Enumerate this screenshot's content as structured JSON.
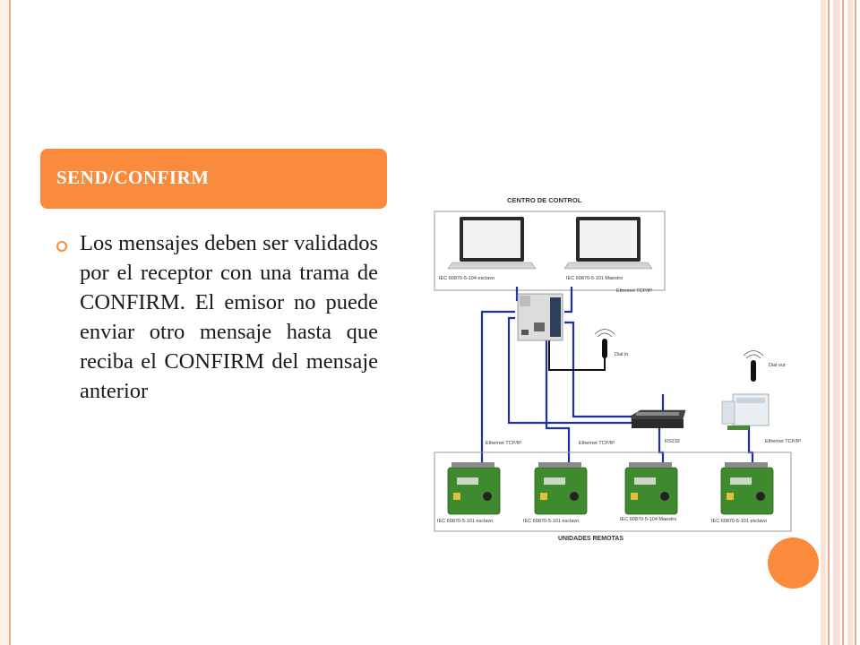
{
  "slide": {
    "title": "SEND/CONFIRM",
    "bullet": "Los mensajes deben ser validados por el receptor con una trama de CONFIRM. El emisor no puede enviar otro mensaje hasta que reciba el CONFIRM del mensaje anterior"
  },
  "diagram": {
    "top_title": "CENTRO DE CONTROL",
    "bottom_title": "UNIDADES REMOTAS",
    "laptop_labels": [
      "IEC 60870-5-104 esclavo",
      "IEC 60870-5-101 Maestro"
    ],
    "link_labels": {
      "ethernet_top": "Ethernet TCP/IP",
      "dial_in": "Dial in",
      "dial_out": "Dial out",
      "ethernet_left": "Ethernet TCP/IP",
      "ethernet_mid": "Ethernet TCP/IP",
      "rs232": "RS232",
      "ethernet_right": "Ethernet TCP/IP"
    },
    "rtu_labels": [
      "IEC 60870-5-101 esclavo",
      "IEC 60870-5-101 esclavo",
      "IEC 60870-5-104 Maestro",
      "IEC 60870-5-101 esclavo"
    ]
  },
  "colors": {
    "accent": "#fb8b3c",
    "frame": "#f1a98c",
    "link": "#1f2fa8"
  }
}
